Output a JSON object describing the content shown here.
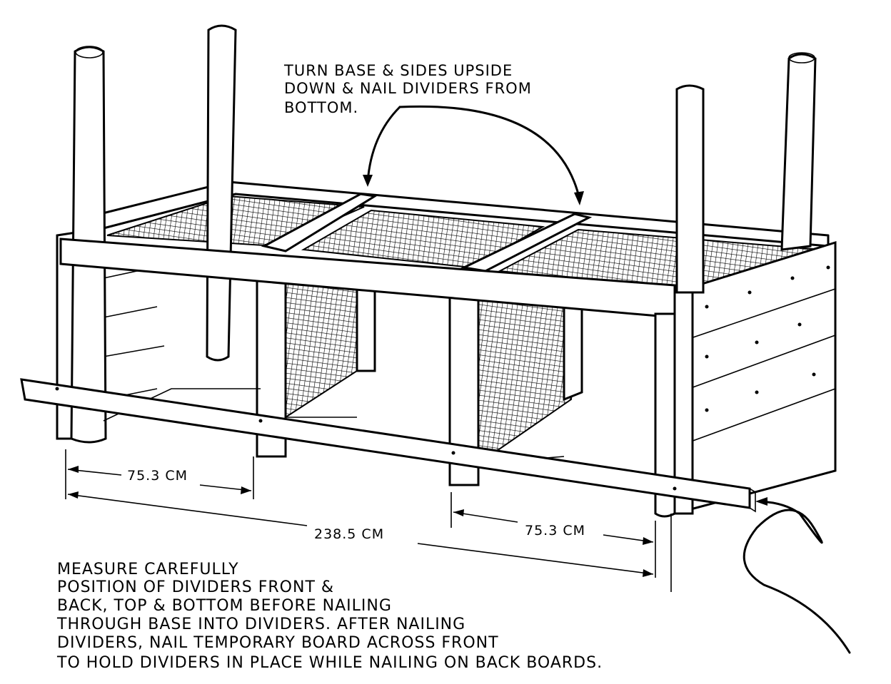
{
  "top_note": {
    "lines": [
      "TURN BASE & SIDES UPSIDE",
      "DOWN & NAIL DIVIDERS FROM",
      "BOTTOM."
    ]
  },
  "dimensions": {
    "left_divider": "75.3 CM",
    "overall_length": "238.5 CM",
    "right_divider": "75.3 CM"
  },
  "instructions": {
    "lines": [
      "MEASURE CAREFULLY",
      "POSITION OF DIVIDERS FRONT &",
      "BACK, TOP & BOTTOM BEFORE NAILING",
      "THROUGH BASE INTO DIVIDERS. AFTER NAILING",
      "DIVIDERS, NAIL TEMPORARY BOARD ACROSS FRONT",
      "TO HOLD DIVIDERS IN PLACE WHILE NAILING ON BACK BOARDS."
    ]
  }
}
